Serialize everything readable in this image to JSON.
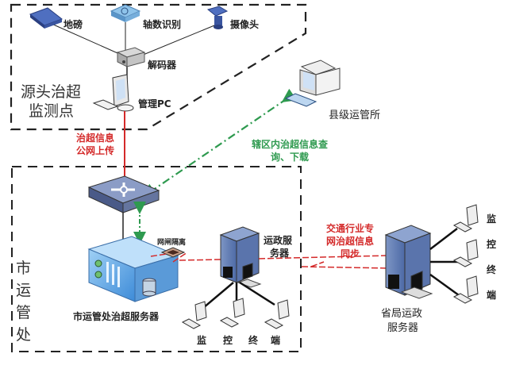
{
  "regions": {
    "source": {
      "title_line1": "源头治超",
      "title_line2": "监测点"
    },
    "city": {
      "title": [
        "市",
        "运",
        "管",
        "处"
      ]
    }
  },
  "devices": {
    "weighbridge": "地磅",
    "axle_counter": "轴数识别",
    "camera": "摄像头",
    "decoder": "解码器",
    "management_pc": "管理PC",
    "county_office": "县级运管所",
    "gateway_isolation": "网闸隔离",
    "transport_server_line1": "运政服",
    "transport_server_line2": "务器",
    "city_server": "市运管处治超服务器",
    "province_server_line1": "省局运政",
    "province_server_line2": "服务器"
  },
  "links": {
    "public_upload_line1": "治超信息",
    "public_upload_line2": "公网上传",
    "county_query_line1": "辖区内治超信息查",
    "county_query_line2": "询、下载",
    "industry_sync_line1": "交通行业专",
    "industry_sync_line2": "网治超信息",
    "industry_sync_line3": "同步"
  },
  "terminals": {
    "city": [
      "监",
      "控",
      "终",
      "端"
    ],
    "province": [
      "监",
      "控",
      "终",
      "端"
    ]
  },
  "colors": {
    "upload_line": "#d42a2a",
    "query_line": "#2e9a4f",
    "sync_line": "#d42a2a"
  }
}
